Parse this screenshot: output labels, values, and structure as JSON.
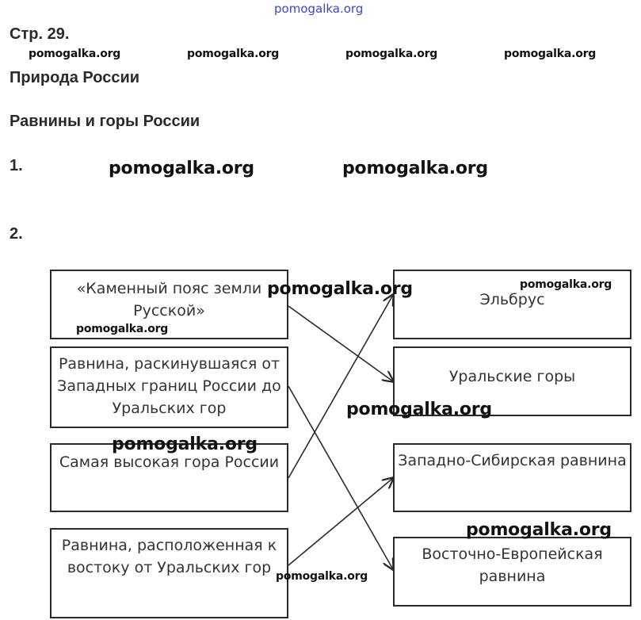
{
  "watermarks": {
    "top": "pomogalka.org",
    "row": [
      "pomogalka.org",
      "pomogalka.org",
      "pomogalka.org",
      "pomogalka.org"
    ],
    "big": [
      "pomogalka.org",
      "pomogalka.org"
    ],
    "scattered": [
      "pomogalka.org",
      "pomogalka.org",
      "pomogalka.org",
      "pomogalka.org",
      "pomogalka.org",
      "pomogalka.org",
      "pomogalka.org"
    ]
  },
  "document": {
    "page_label": "Стр. 29.",
    "section_title": "Природа России",
    "subsection_title": "Равнины и горы России",
    "task1_number": "1.",
    "task2_number": "2."
  },
  "left_boxes": [
    "«Каменный пояс земли Русской»",
    "Равнина, раскинувшаяся от Западных границ России до Уральских гор",
    "Самая высокая гора России",
    "Равнина, расположенная к востоку от Уральских гор"
  ],
  "right_boxes": [
    "Эльбрус",
    "Уральские горы",
    "Западно-Сибирская равнина",
    "Восточно-Европейская равнина"
  ],
  "matches": [
    [
      0,
      1
    ],
    [
      1,
      3
    ],
    [
      2,
      0
    ],
    [
      3,
      2
    ]
  ]
}
